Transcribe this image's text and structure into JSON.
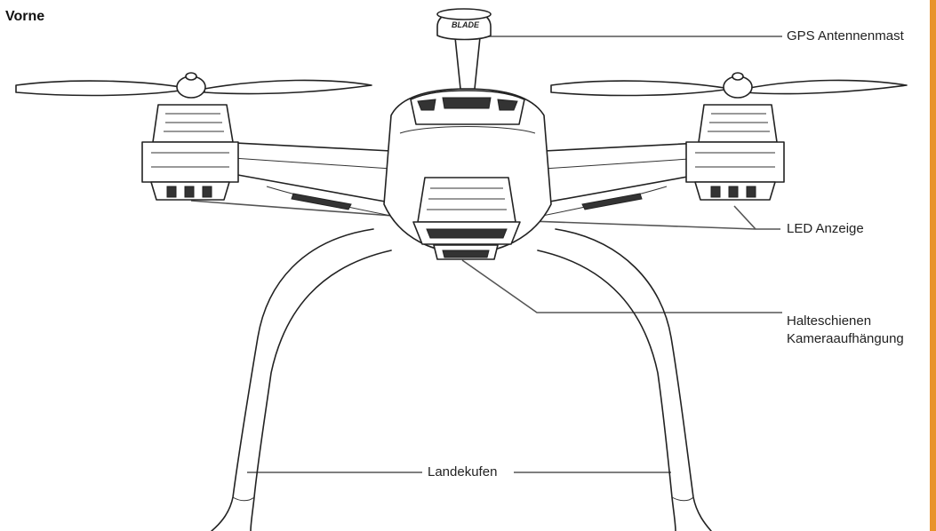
{
  "title": "Vorne",
  "accent_color": "#e8932a",
  "labels": {
    "gps": "GPS Antennenmast",
    "led": "LED Anzeige",
    "rail_line1": "Halteschienen",
    "rail_line2": "Kameraaufhängung",
    "legs": "Landekufen"
  },
  "logo_text": "BLADE"
}
